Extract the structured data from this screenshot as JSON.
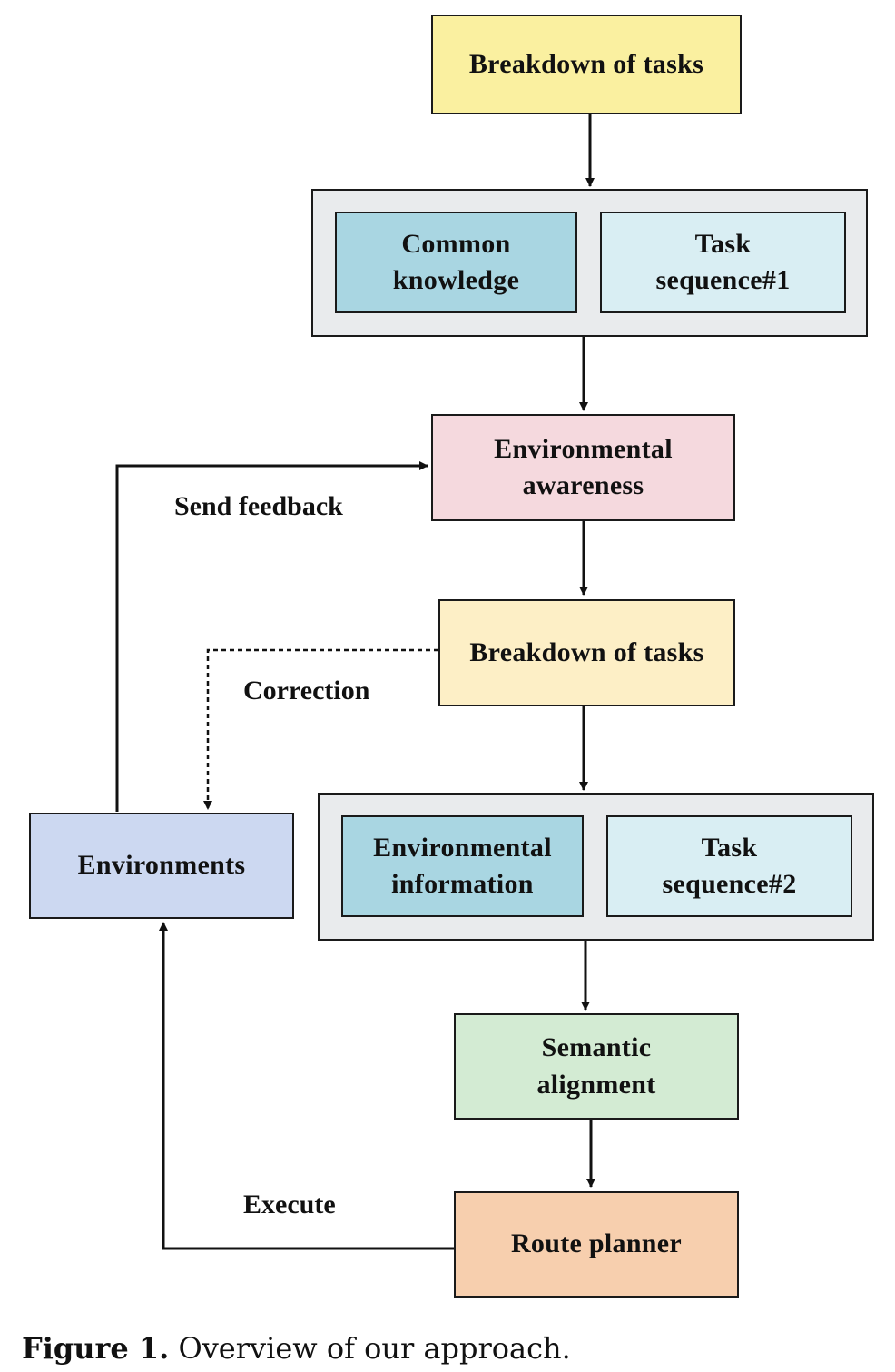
{
  "nodes": {
    "top_breakdown": "Breakdown of tasks",
    "common_knowledge": "Common\nknowledge",
    "task_sequence_1": "Task\nsequence#1",
    "environmental_awareness": "Environmental\nawareness",
    "mid_breakdown": "Breakdown of tasks",
    "environmental_information": "Environmental\ninformation",
    "task_sequence_2": "Task\nsequence#2",
    "semantic_alignment": "Semantic\nalignment",
    "route_planner": "Route planner",
    "environments": "Environments"
  },
  "edge_labels": {
    "send_feedback": "Send feedback",
    "correction": "Correction",
    "execute": "Execute"
  },
  "caption": {
    "label": "Figure 1.",
    "text": " Overview of our approach."
  },
  "colors": {
    "top_breakdown": "#faf0a0",
    "common_knowledge": "#a9d6e2",
    "task_sequence": "#d9eef3",
    "environmental_awareness": "#f5d9de",
    "mid_breakdown": "#fdefc6",
    "environmental_information": "#a9d6e2",
    "semantic_alignment": "#d3ebd3",
    "route_planner": "#f7cfae",
    "environments": "#ccd8f1",
    "group_panel": "#e9ebed"
  }
}
